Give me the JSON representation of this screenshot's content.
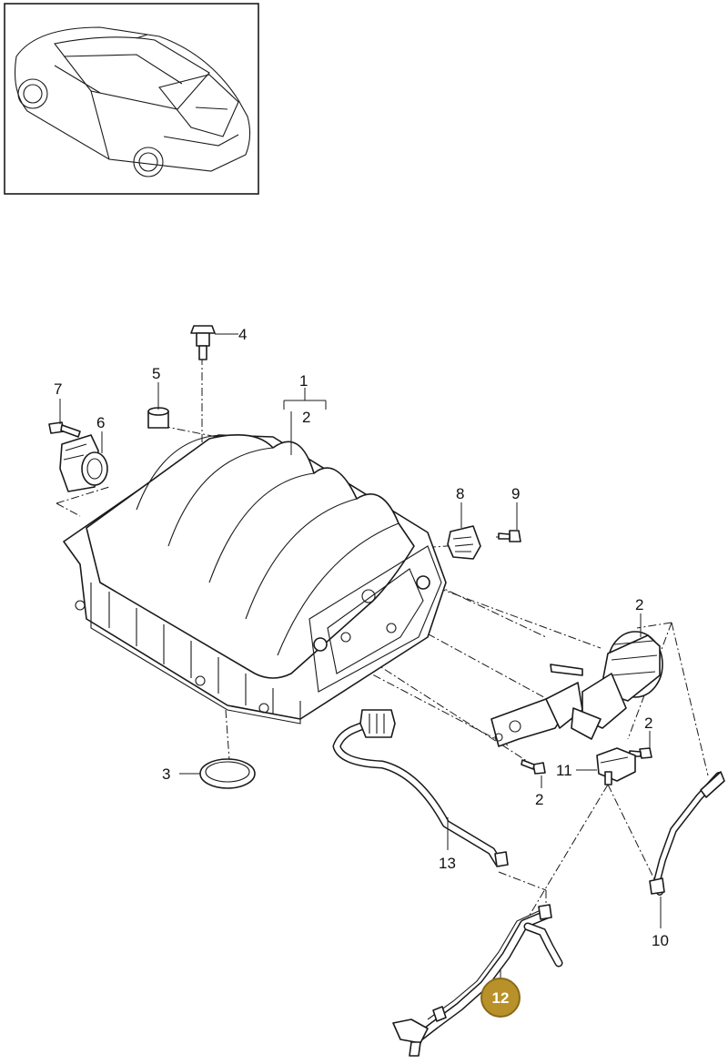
{
  "callouts": {
    "c1": "1",
    "c2_main": "2",
    "c2_sensor": "2",
    "c2_screw_right": "2",
    "c2_screw_bottom": "2",
    "c3": "3",
    "c4": "4",
    "c5": "5",
    "c6": "6",
    "c7": "7",
    "c8": "8",
    "c9": "9",
    "c10": "10",
    "c11": "11",
    "c12": "12",
    "c13": "13"
  },
  "colors": {
    "highlight_fill": "#b8912a",
    "highlight_stroke": "#8a6a18",
    "line": "#1a1a1a"
  },
  "highlighted_part": "12"
}
